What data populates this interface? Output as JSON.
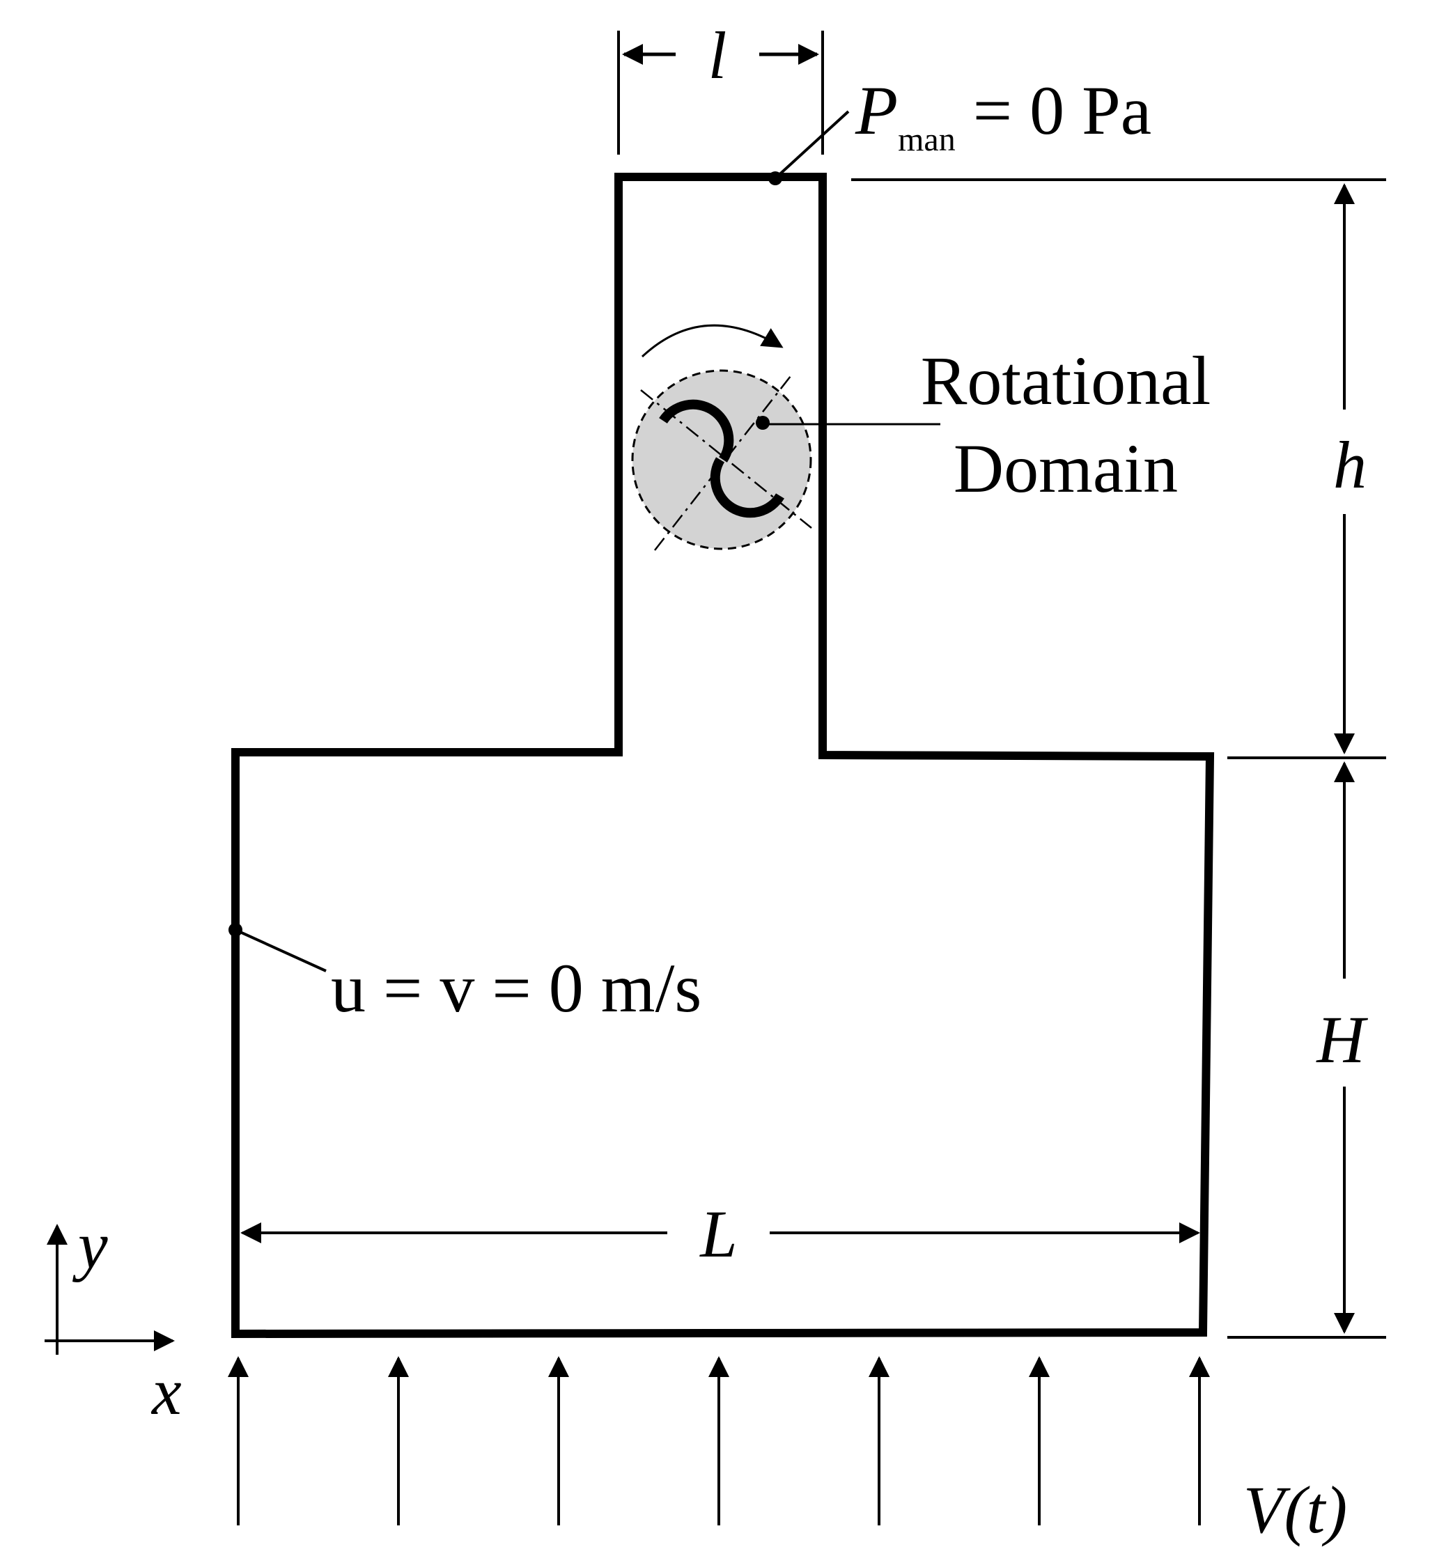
{
  "labels": {
    "small_width": "l",
    "outlet_P": "P",
    "outlet_sub": "man",
    "outlet_rest": " = 0 Pa",
    "rotational_line1": "Rotational",
    "rotational_line2": "Domain",
    "small_height": "h",
    "large_height": "H",
    "large_width": "L",
    "wall_condition": "u = v = 0 m/s",
    "axis_y": "y",
    "axis_x": "x",
    "inlet_velocity": "V(t)"
  },
  "colors": {
    "rotor_fill": "#d3d3d3",
    "stroke": "#000000"
  }
}
